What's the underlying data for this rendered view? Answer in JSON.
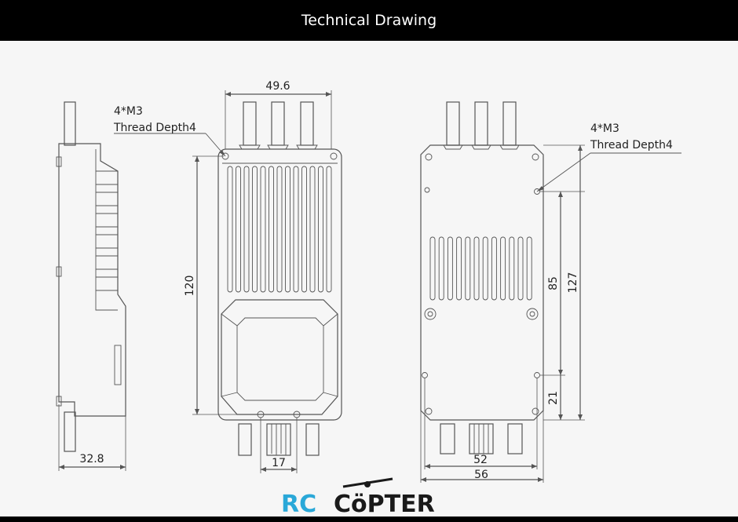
{
  "header": {
    "title": "Technical Drawing"
  },
  "dimensions": {
    "top_width": "49.6",
    "front_height": "120",
    "side_depth": "32.8",
    "bottom_connector": "17",
    "back_hole_spacing_v": "85",
    "back_height": "127",
    "back_hole_offset": "21",
    "back_hole_spacing_h": "52",
    "back_width": "56"
  },
  "notes": {
    "front_thread_line1": "4*M3",
    "front_thread_line2": "Thread Depth4",
    "back_thread_line1": "4*M3",
    "back_thread_line2": "Thread Depth4"
  },
  "logo": {
    "part1": "RC",
    "part2": "CöPTER",
    "color_rc": "#2aa8d8",
    "color_copter": "#1a1a1a"
  }
}
